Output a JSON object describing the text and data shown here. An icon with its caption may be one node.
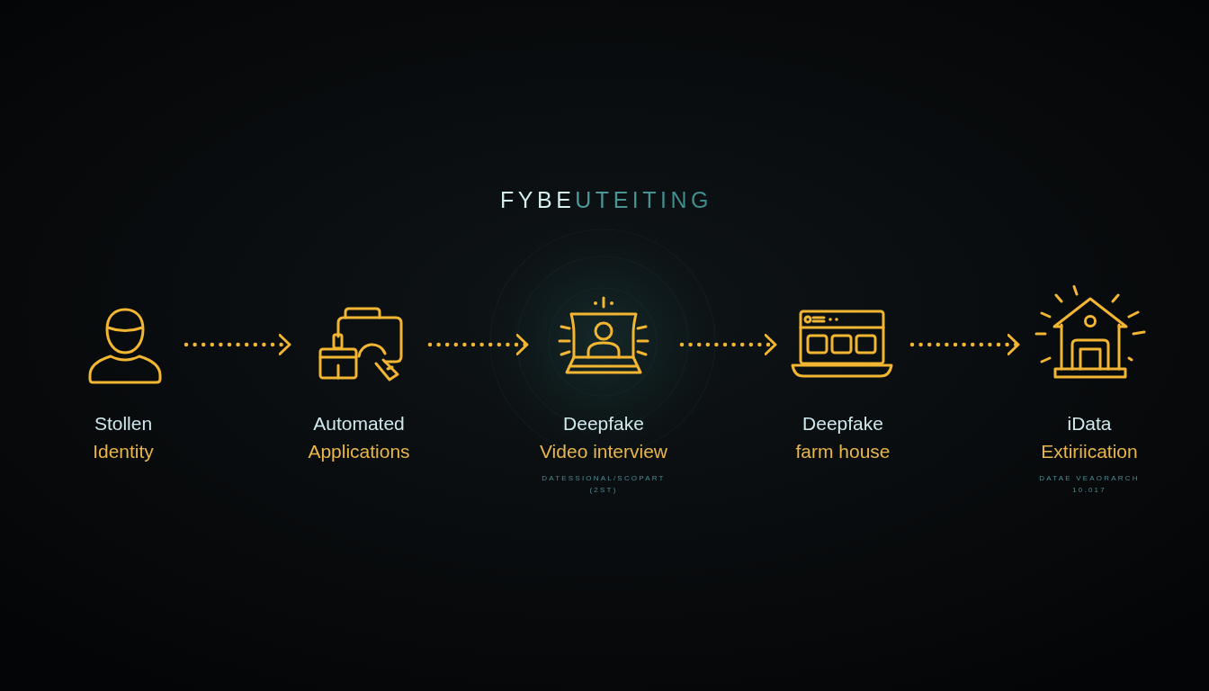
{
  "diagram": {
    "title": "FYBEUTEITING",
    "nodes": [
      {
        "text": [
          "Stollen",
          "Identity"
        ]
      },
      {
        "text": [
          "Automated",
          "Applications"
        ]
      },
      {
        "text": [
          "Deepfake",
          "Video interview"
        ],
        "beside": [
          "DATESSIONAL/SCOPART (2ST)"
        ]
      },
      {
        "text": [
          "Deepfake",
          "farm house"
        ]
      },
      {
        "text": [
          "iData",
          "Extiriication"
        ],
        "beside": [
          "DATAE VEAORARCH 10.017"
        ]
      }
    ],
    "edges": [
      {
        "from": 0,
        "to": 1,
        "arrow": "to",
        "style": "dashed"
      },
      {
        "from": 1,
        "to": 2,
        "arrow": "to",
        "style": "dashed"
      },
      {
        "from": 2,
        "to": 3,
        "arrow": "to",
        "style": "dashed"
      },
      {
        "from": 3,
        "to": 4,
        "arrow": "to",
        "style": "dashed"
      }
    ]
  }
}
